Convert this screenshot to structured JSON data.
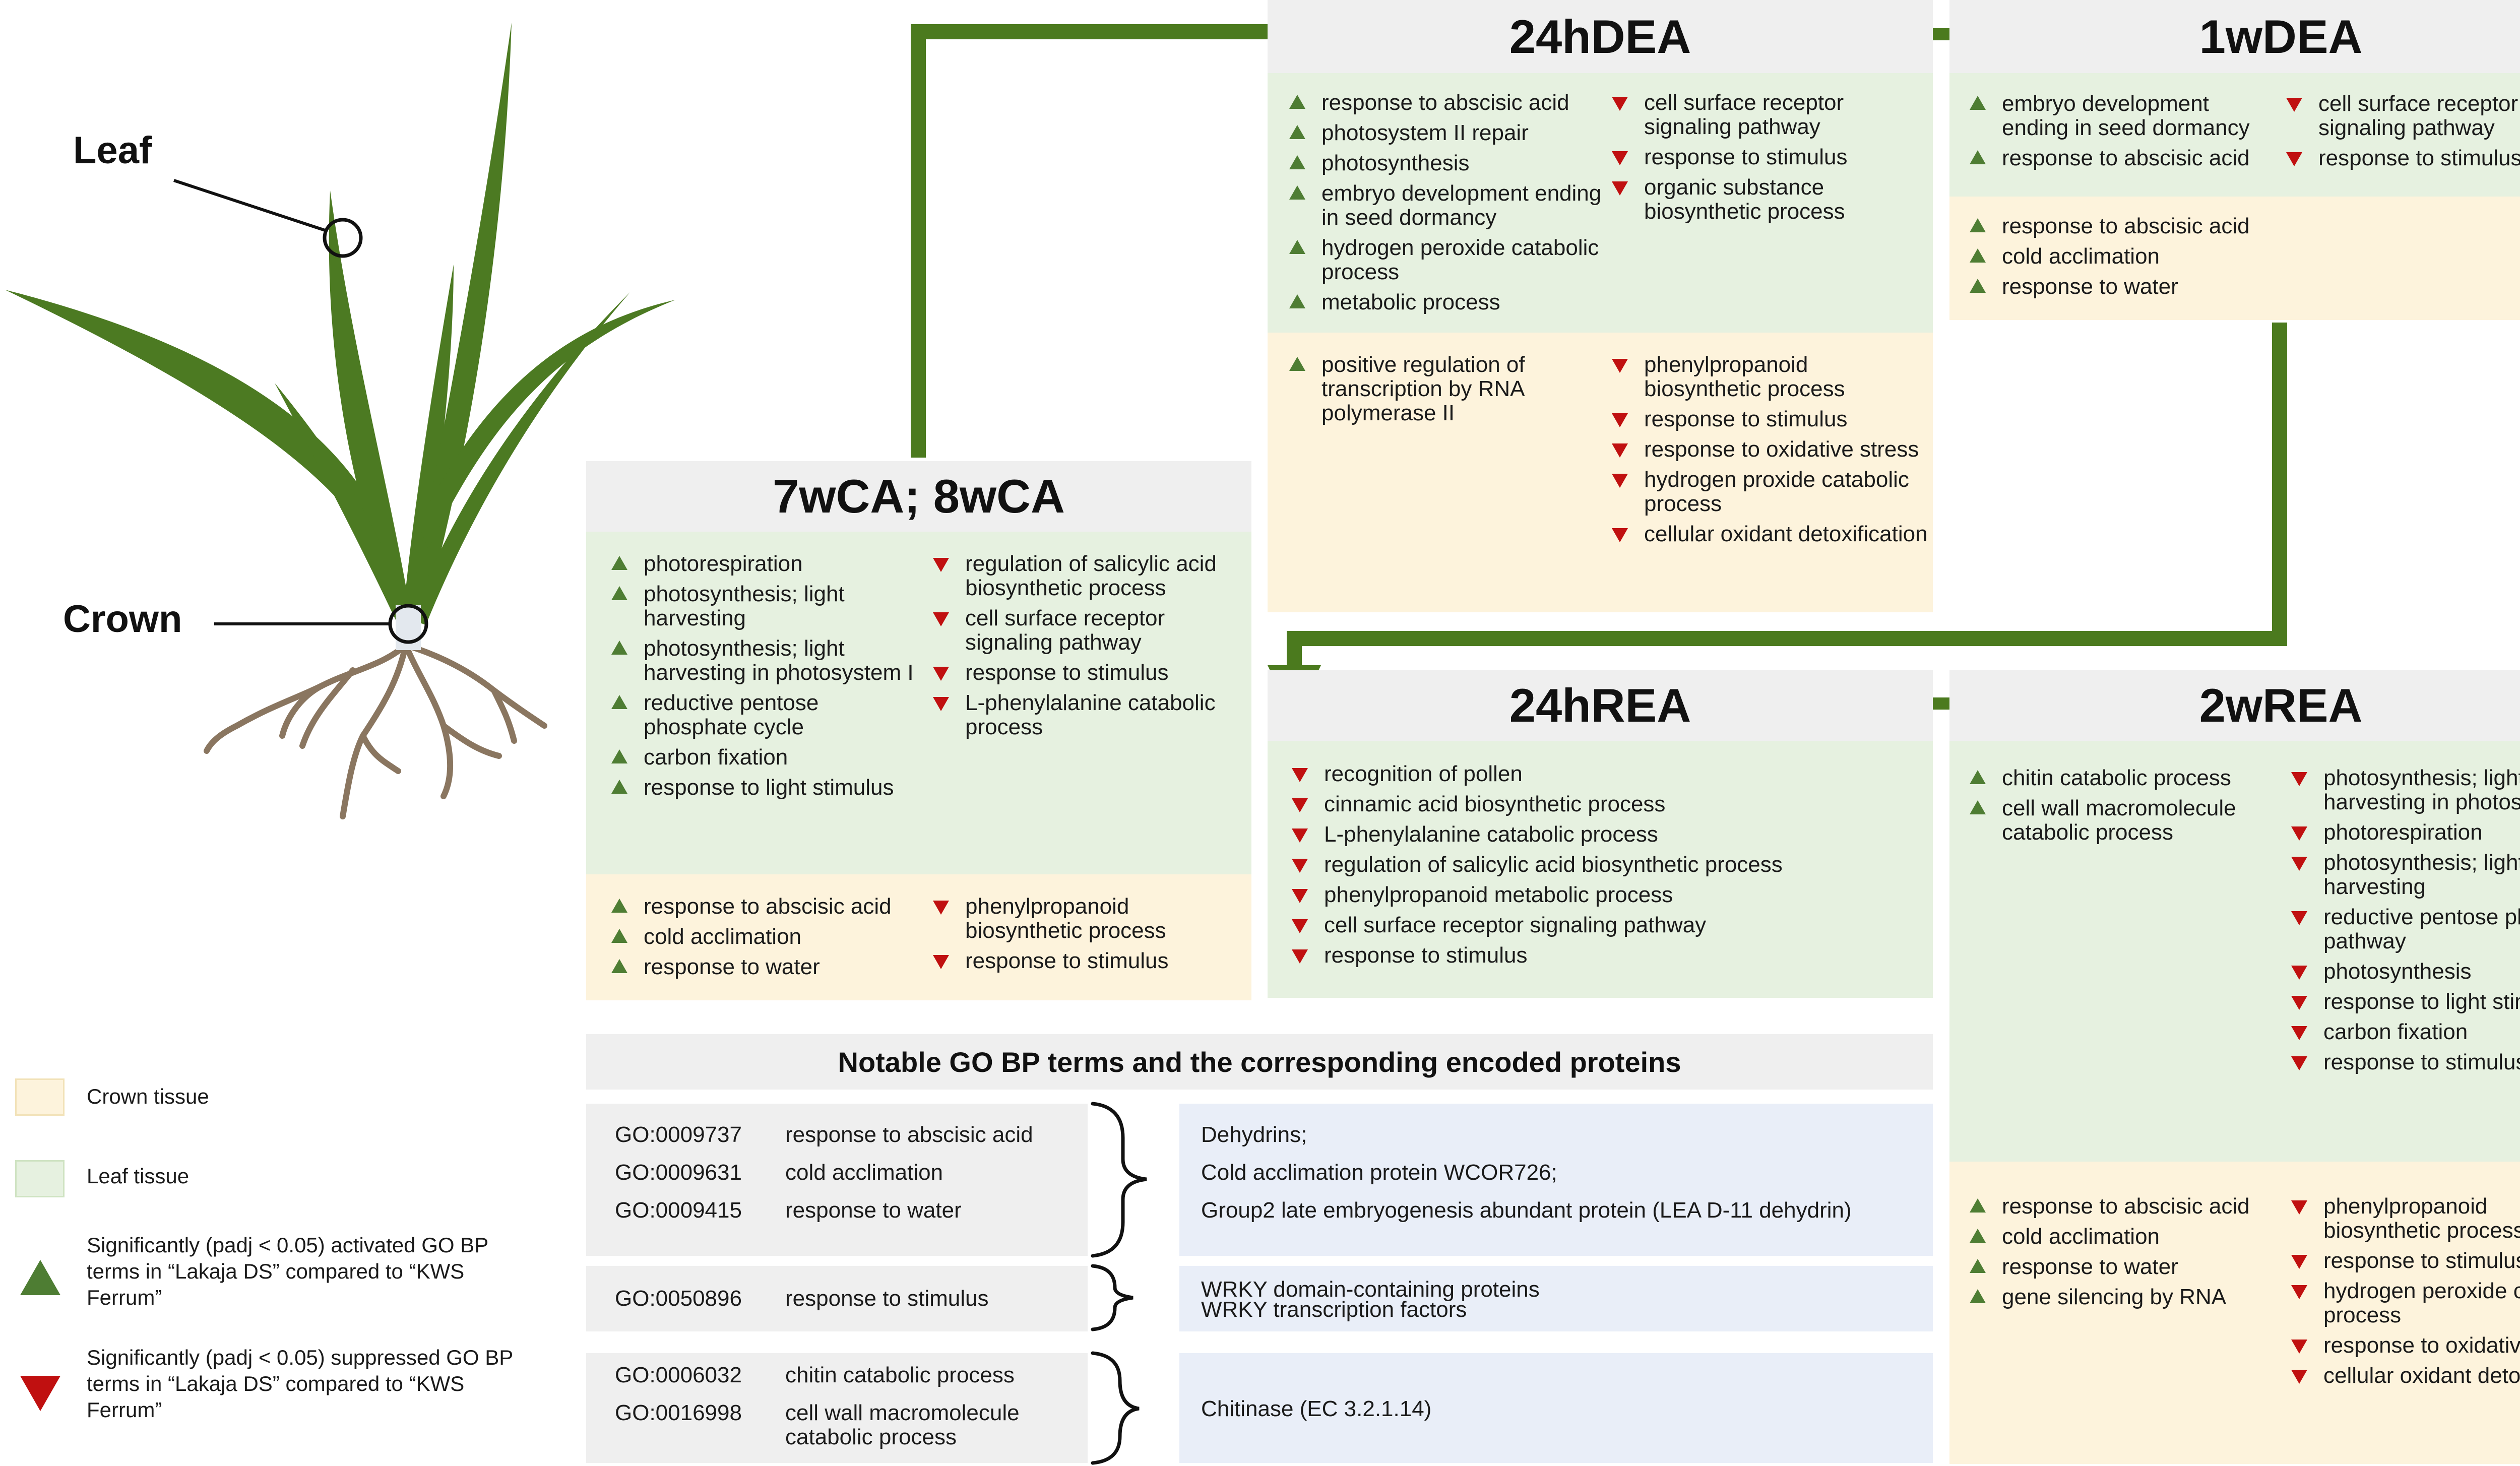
{
  "colors": {
    "arrow": "#4b7a1e",
    "leaf_tissue": "#e6f1e0",
    "crown_tissue": "#fdf3dc",
    "header": "#efefef",
    "up": "#4e7d33",
    "down": "#c01010",
    "protein_box": "#e9eef8"
  },
  "plant": {
    "leaf_label": "Leaf",
    "crown_label": "Crown"
  },
  "panels": {
    "p7w": {
      "title": "7wCA; 8wCA",
      "leaf_up": [
        "photorespiration",
        "photosynthesis; light harvesting",
        "photosynthesis; light harvesting in photosystem I",
        "reductive pentose phosphate cycle",
        "carbon fixation",
        "response to light stimulus"
      ],
      "leaf_down": [
        "regulation of salicylic acid biosynthetic process",
        "cell surface receptor signaling pathway",
        "response to stimulus",
        "L-phenylalanine catabolic process"
      ],
      "crown_up": [
        "response to abscisic acid",
        "cold acclimation",
        "response to water"
      ],
      "crown_down": [
        "phenylpropanoid biosynthetic process",
        "response to stimulus"
      ]
    },
    "p24hDEA": {
      "title": "24hDEA",
      "leaf_up": [
        "response to abscisic acid",
        "photosystem II repair",
        "photosynthesis",
        "embryo development ending in seed dormancy",
        "hydrogen peroxide catabolic process",
        "metabolic process"
      ],
      "leaf_down": [
        "cell surface receptor signaling pathway",
        "response to stimulus",
        "organic substance biosynthetic process"
      ],
      "crown_up": [
        "positive regulation of transcription by RNA polymerase II"
      ],
      "crown_down": [
        "phenylpropanoid biosynthetic process",
        "response to stimulus",
        "response to oxidative stress",
        "hydrogen proxide catabolic process",
        "cellular oxidant detoxification"
      ]
    },
    "p1wDEA": {
      "title": "1wDEA",
      "leaf_up": [
        "embryo development ending in seed dormancy",
        "response to abscisic acid"
      ],
      "leaf_down": [
        "cell surface receptor signaling pathway",
        "response to stimulus"
      ],
      "crown_up": [
        "response to abscisic acid",
        "cold acclimation",
        "response to water"
      ]
    },
    "p24hREA": {
      "title": "24hREA",
      "leaf_down": [
        "recognition of pollen",
        "cinnamic acid biosynthetic process",
        "L-phenylalanine catabolic process",
        "regulation of salicylic acid biosynthetic process",
        "phenylpropanoid metabolic process",
        "cell surface receptor signaling pathway",
        "response to stimulus"
      ]
    },
    "p2wREA": {
      "title": "2wREA",
      "leaf_up": [
        "chitin catabolic process",
        "cell wall macromolecule catabolic process"
      ],
      "leaf_down": [
        "photosynthesis; light harvesting in photosystem I",
        "photorespiration",
        "photosynthesis; light harvesting",
        "reductive pentose phosphate pathway",
        "photosynthesis",
        "response to light stimulus",
        "carbon fixation",
        "response to stimulus"
      ],
      "crown_up": [
        "response to abscisic acid",
        "cold acclimation",
        "response to water",
        "gene silencing by RNA"
      ],
      "crown_down": [
        "phenylpropanoid biosynthetic process",
        "response to stimulus",
        "hydrogen peroxide catabolic process",
        "response to oxidative stress",
        "cellular oxidant detoxification"
      ]
    }
  },
  "notable": {
    "title": "Notable GO BP terms and the corresponding encoded proteins",
    "groups": [
      {
        "terms": [
          {
            "id": "GO:0009737",
            "name": "response to abscisic acid"
          },
          {
            "id": "GO:0009631",
            "name": "cold acclimation"
          },
          {
            "id": "GO:0009415",
            "name": "response to water"
          }
        ],
        "proteins": [
          "Dehydrins;",
          "Cold acclimation protein WCOR726;",
          "Group2 late embryogenesis abundant protein (LEA D-11 dehydrin)"
        ]
      },
      {
        "terms": [
          {
            "id": "GO:0050896",
            "name": "response to stimulus"
          }
        ],
        "proteins": [
          "WRKY domain-containing proteins",
          "WRKY transcription factors"
        ]
      },
      {
        "terms": [
          {
            "id": "GO:0006032",
            "name": "chitin catabolic process"
          },
          {
            "id": "GO:0016998",
            "name": "cell wall macromolecule catabolic process"
          }
        ],
        "proteins": [
          "Chitinase (EC 3.2.1.14)"
        ]
      }
    ]
  },
  "legend": {
    "crown": "Crown tissue",
    "leaf": "Leaf tissue",
    "up": "Significantly (padj < 0.05) activated GO BP terms in “Lakaja DS” compared to “KWS Ferrum”",
    "down": "Significantly (padj < 0.05) suppressed GO BP terms in “Lakaja DS” compared to “KWS Ferrum”"
  }
}
